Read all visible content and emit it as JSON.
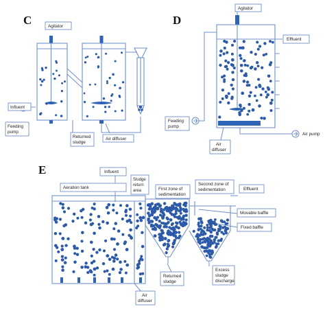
{
  "panels": {
    "c": {
      "letter": "C",
      "labels": {
        "agitator": "Agitator",
        "influent": "Influent",
        "feeding_pump": [
          "Feeding",
          "pump"
        ],
        "returned_sludge": [
          "Returned",
          "sludge"
        ],
        "air_diffuser": "Air diffuser"
      }
    },
    "d": {
      "letter": "D",
      "labels": {
        "agitator": "Agitator",
        "effluent": "Effluent",
        "feeding_pump": [
          "Feeding",
          "pump"
        ],
        "air_diffuser": [
          "Air",
          "diffuser"
        ],
        "air_pump": "Air pump"
      }
    },
    "e": {
      "letter": "E",
      "labels": {
        "influent": "Influent",
        "aeration_tank": "Aeration tank",
        "sludge_return_area": [
          "Sludge",
          "return",
          "area"
        ],
        "first_zone": [
          "First zone of",
          "sedimentation"
        ],
        "second_zone": [
          "Second zone of",
          "sedimentation"
        ],
        "effluent": "Effluent",
        "movable_baffle": "Movable baffle",
        "fixed_baffle": "Fixed baffle",
        "returned_sludge": [
          "Returned",
          "sludge"
        ],
        "excess_sludge": [
          "Excess",
          "sludge",
          "discharge"
        ],
        "air_diffuser": [
          "Air",
          "diffuser"
        ]
      }
    }
  },
  "colors": {
    "outline": "#6f8fc9",
    "particle": "#2c5aa8",
    "equipment": "#2e63b5"
  }
}
